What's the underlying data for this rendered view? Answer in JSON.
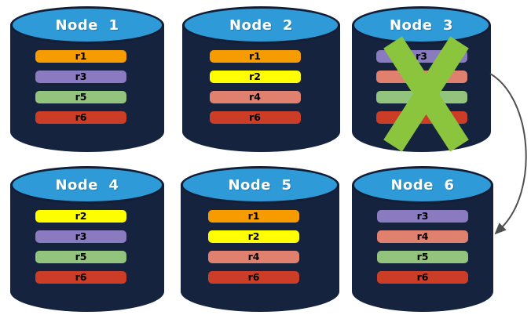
{
  "colors": {
    "background": "#ffffff",
    "cylinder_body": "#16233E",
    "cylinder_outline": "#121E36",
    "cylinder_top": "#2E9BD8",
    "title_text": "#ffffff",
    "bar_text": "#000000",
    "failure_x": "#8BC53E",
    "arrow": "#4F4F4F"
  },
  "nodes": [
    {
      "id": "node-1",
      "title": "Node  1",
      "failed": false,
      "replicas": [
        {
          "label": "r1",
          "color": "#F79C00"
        },
        {
          "label": "r3",
          "color": "#8A7BC1"
        },
        {
          "label": "r5",
          "color": "#93C47D"
        },
        {
          "label": "r6",
          "color": "#CB3D27"
        }
      ]
    },
    {
      "id": "node-2",
      "title": "Node  2",
      "failed": false,
      "replicas": [
        {
          "label": "r1",
          "color": "#F79C00"
        },
        {
          "label": "r2",
          "color": "#FFFF00"
        },
        {
          "label": "r4",
          "color": "#E0806F"
        },
        {
          "label": "r6",
          "color": "#CB3D27"
        }
      ]
    },
    {
      "id": "node-3",
      "title": "Node  3",
      "failed": true,
      "replicas": [
        {
          "label": "r3",
          "color": "#8A7BC1"
        },
        {
          "label": "",
          "color": "#E0806F"
        },
        {
          "label": "",
          "color": "#93C47D"
        },
        {
          "label": "",
          "color": "#CB3D27"
        }
      ]
    },
    {
      "id": "node-4",
      "title": "Node  4",
      "failed": false,
      "replicas": [
        {
          "label": "r2",
          "color": "#FFFF00"
        },
        {
          "label": "r3",
          "color": "#8A7BC1"
        },
        {
          "label": "r5",
          "color": "#93C47D"
        },
        {
          "label": "r6",
          "color": "#CB3D27"
        }
      ]
    },
    {
      "id": "node-5",
      "title": "Node  5",
      "failed": false,
      "replicas": [
        {
          "label": "r1",
          "color": "#F79C00"
        },
        {
          "label": "r2",
          "color": "#FFFF00"
        },
        {
          "label": "r4",
          "color": "#E0806F"
        },
        {
          "label": "r6",
          "color": "#CB3D27"
        }
      ]
    },
    {
      "id": "node-6",
      "title": "Node  6",
      "failed": false,
      "replicas": [
        {
          "label": "r3",
          "color": "#8A7BC1"
        },
        {
          "label": "r4",
          "color": "#E0806F"
        },
        {
          "label": "r5",
          "color": "#93C47D"
        },
        {
          "label": "r6",
          "color": "#CB3D27"
        }
      ]
    }
  ],
  "arrow": {
    "from": "node-3",
    "to": "node-6"
  }
}
